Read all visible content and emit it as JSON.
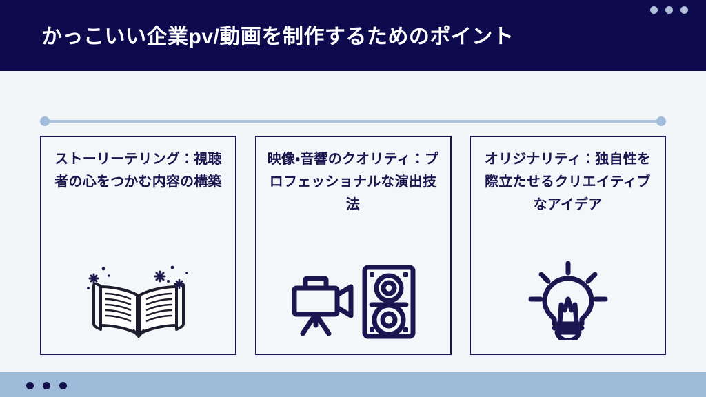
{
  "header": {
    "title": "かっこいい企業pv/動画を制作するためのポイント",
    "background_color": "#0d0a4e",
    "title_color": "#ffffff",
    "dots": [
      "dot",
      "dot",
      "dot"
    ],
    "dot_color": "#aebfd6"
  },
  "timeline": {
    "line_color": "#a9c2dd",
    "node_color": "#a1bcd8",
    "nodes": [
      "start-node",
      "end-node"
    ]
  },
  "cards": [
    {
      "title": "ストーリーテリング：視聴者の心をつかむ内容の構築",
      "icon": "open-book-sparkle-icon",
      "border_color": "#19154f",
      "text_color": "#19154f"
    },
    {
      "title": "映像・音響のクオリティ：プロフェッショナルな演出技法",
      "icon": "video-camera-speaker-icon",
      "border_color": "#19154f",
      "text_color": "#19154f"
    },
    {
      "title": "オリジナリティ：独自性を際立たせるクリエイティブなアイデア",
      "icon": "lightbulb-idea-icon",
      "border_color": "#19154f",
      "text_color": "#19154f"
    }
  ],
  "footer": {
    "background_color": "#9dbbd9",
    "dots": [
      "dot",
      "dot",
      "dot"
    ],
    "dot_color": "#120f4b"
  },
  "page": {
    "background_color": "#f4f5f8"
  }
}
